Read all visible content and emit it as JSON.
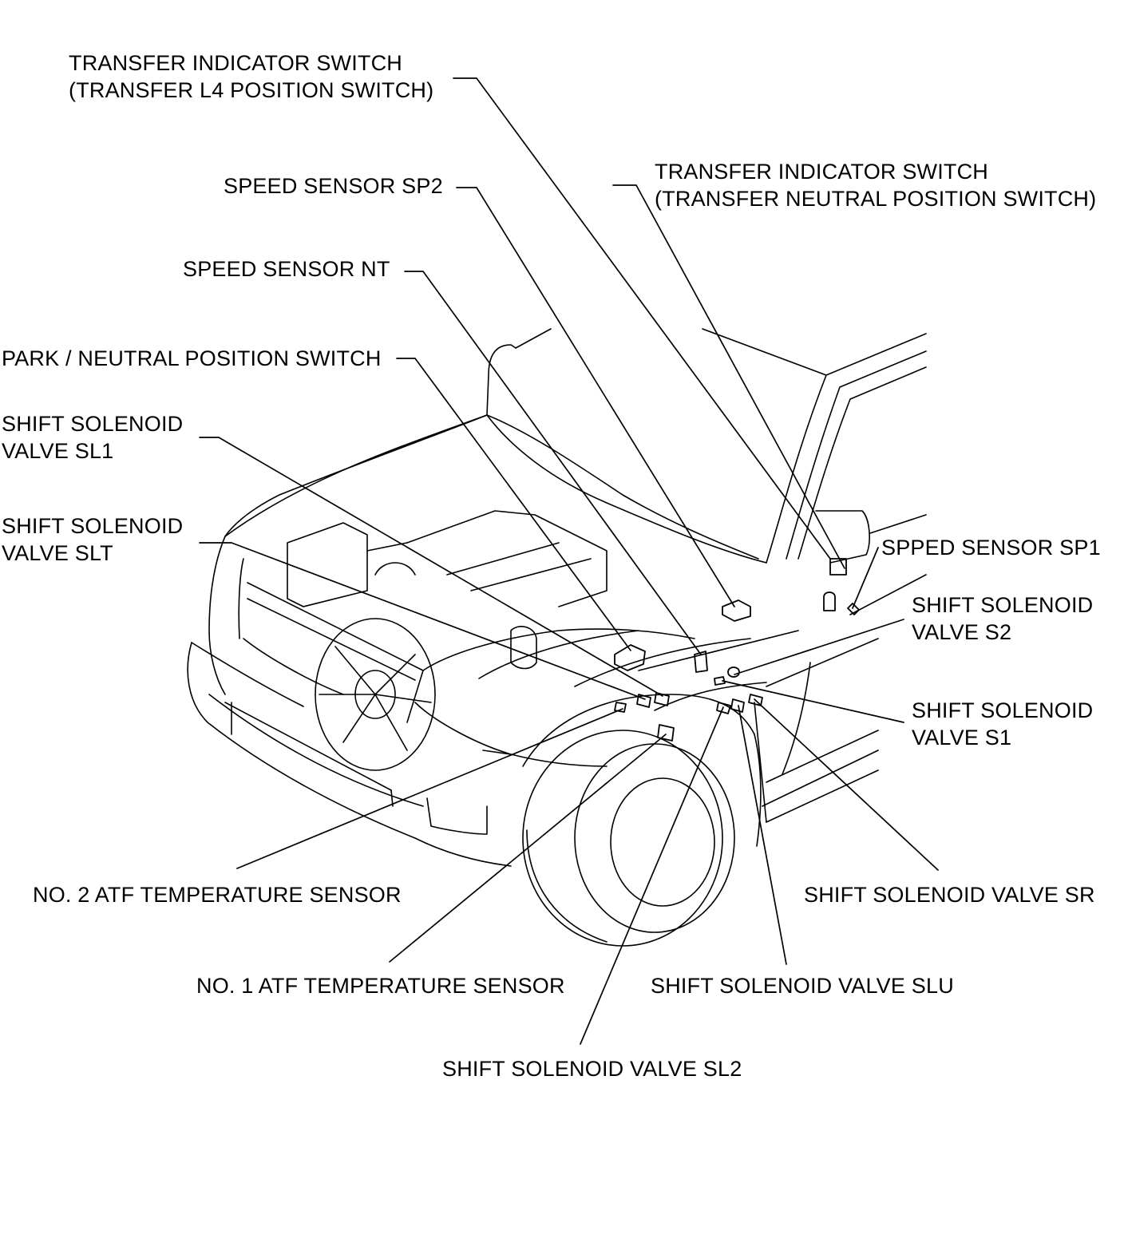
{
  "labels": {
    "transfer_l4": [
      "TRANSFER INDICATOR SWITCH",
      "(TRANSFER L4 POSITION SWITCH)"
    ],
    "transfer_neutral": [
      "TRANSFER INDICATOR SWITCH",
      "(TRANSFER NEUTRAL POSITION SWITCH)"
    ],
    "speed_sp2": "SPEED SENSOR SP2",
    "speed_nt": "SPEED SENSOR NT",
    "park_neutral": "PARK / NEUTRAL POSITION SWITCH",
    "sl1": [
      "SHIFT SOLENOID",
      "VALVE SL1"
    ],
    "slt": [
      "SHIFT SOLENOID",
      "VALVE SLT"
    ],
    "sp1": "SPPED SENSOR SP1",
    "s2": [
      "SHIFT SOLENOID",
      "VALVE S2"
    ],
    "s1": [
      "SHIFT SOLENOID",
      "VALVE S1"
    ],
    "atf2": "NO. 2 ATF TEMPERATURE SENSOR",
    "sr": "SHIFT SOLENOID VALVE SR",
    "atf1": "NO. 1 ATF TEMPERATURE SENSOR",
    "slu": "SHIFT SOLENOID VALVE SLU",
    "sl2": "SHIFT SOLENOID VALVE SL2"
  }
}
